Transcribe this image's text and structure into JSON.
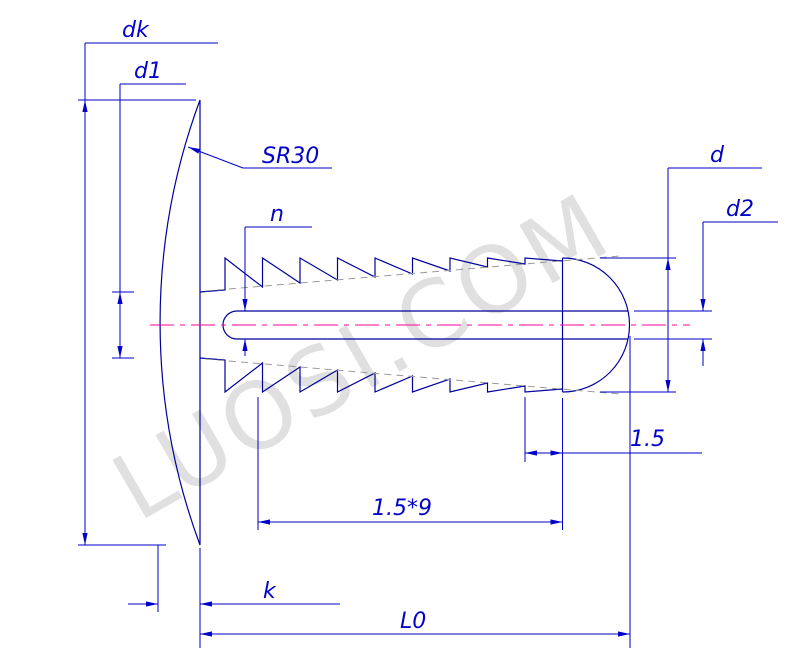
{
  "watermark": "LUOSI.COM",
  "labels": {
    "dk": "dk",
    "d1": "d1",
    "sr30": "SR30",
    "n": "n",
    "d": "d",
    "d2": "d2",
    "rib_pitch": "1.5",
    "rib_span": "1.5*9",
    "k": "k",
    "l0": "L0"
  },
  "colors": {
    "outline": "#00009b",
    "dimension": "#0202c8",
    "centerline": "#ff0099",
    "hidden_line": "#9a9a9a",
    "watermark": "#e0e0e0",
    "background": "#ffffff"
  }
}
